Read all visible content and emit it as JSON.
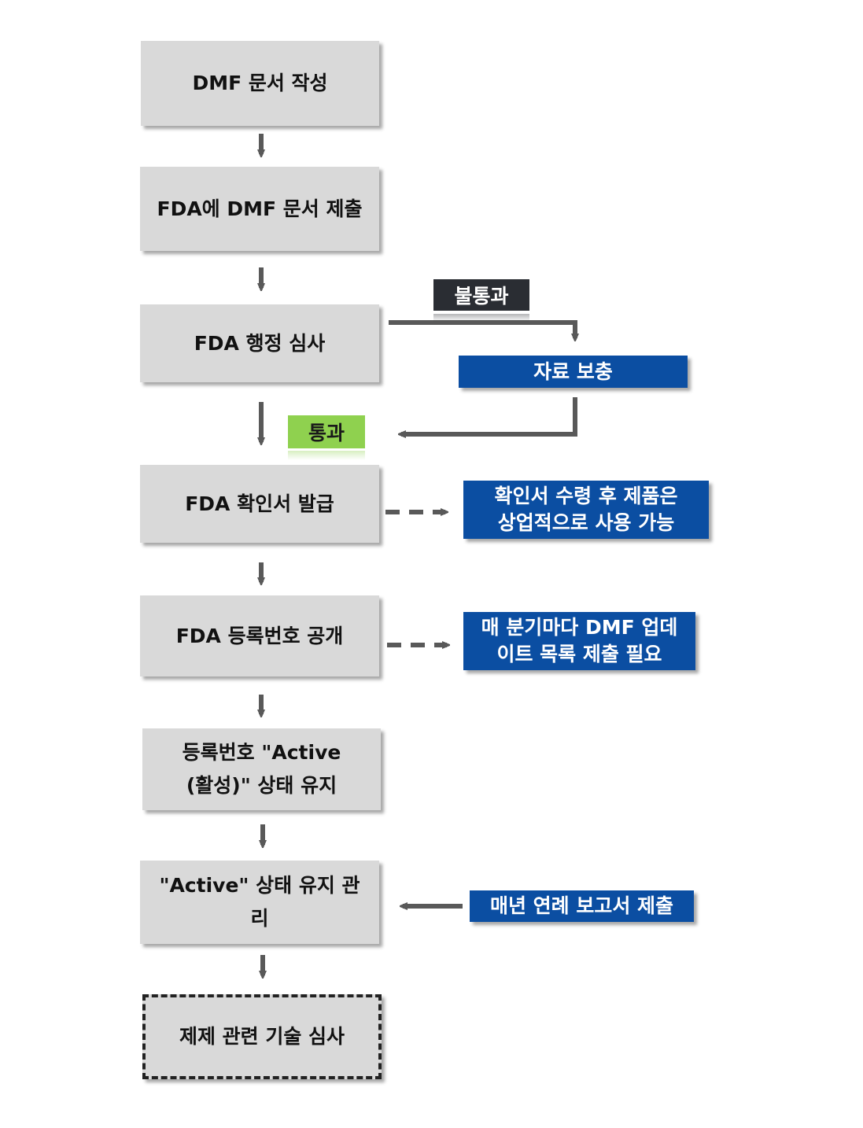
{
  "steps": {
    "s1": "DMF 문서 작성",
    "s2": "FDA에 DMF 문서 제출",
    "s3": "FDA 행정 심사",
    "s4": "FDA 확인서 발급",
    "s5": "FDA 등록번호 공개",
    "s6_line1": "등록번호 \"Active",
    "s6_line2": "(활성)\" 상태 유지",
    "s7_line1": "\"Active\" 상태 유지 관",
    "s7_line2": "리",
    "s8": "제제 관련 기술 심사"
  },
  "notes": {
    "supplement": "자료 보충",
    "after_confirm_line1": "확인서 수령 후 제품은",
    "after_confirm_line2": "상업적으로 사용 가능",
    "quarterly_line1": "매 분기마다 DMF 업데",
    "quarterly_line2": "이트 목록 제출 필요",
    "annual": "매년 연례 보고서 제출"
  },
  "labels": {
    "fail": "불통과",
    "pass": "통과"
  },
  "colors": {
    "step_fill": "#d9d9d9",
    "note_fill": "#0b4ea2",
    "fail_fill": "#2a2d33",
    "pass_fill": "#8fd14f",
    "arrow": "#595959"
  }
}
